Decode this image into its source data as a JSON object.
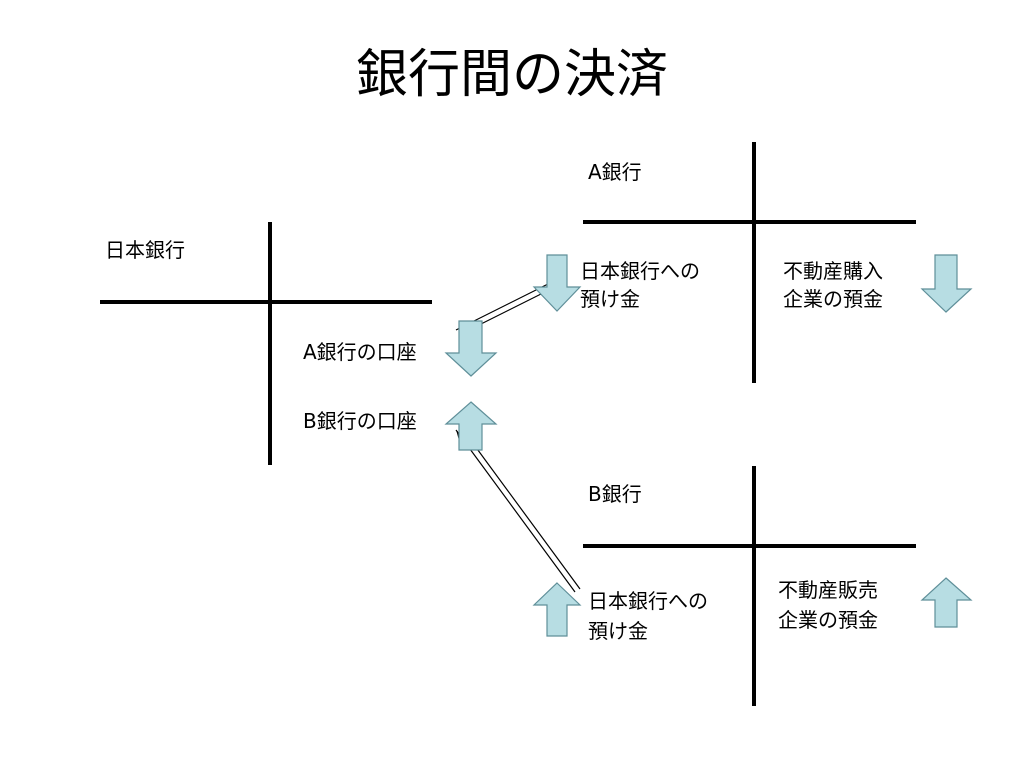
{
  "title": "銀行間の決済",
  "boj": {
    "name": "日本銀行",
    "account_a": "A銀行の口座",
    "account_b": "B銀行の口座"
  },
  "bank_a": {
    "name": "A銀行",
    "left_item": [
      "日本銀行への",
      "預け金"
    ],
    "right_item": [
      "不動産購入",
      "企業の預金"
    ]
  },
  "bank_b": {
    "name": "B銀行",
    "left_item": [
      "日本銀行への",
      "預け金"
    ],
    "right_item": [
      "不動産販売",
      "企業の預金"
    ]
  },
  "colors": {
    "arrow_fill": "#b7dde3",
    "arrow_stroke": "#5f8f99",
    "line": "#000000"
  }
}
